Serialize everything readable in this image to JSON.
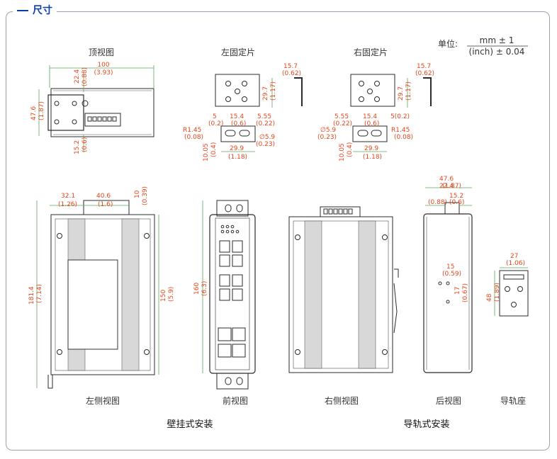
{
  "section_title": "尺寸",
  "unit": {
    "label": "单位:",
    "numerator": "mm ± 1",
    "denominator": "(inch) ± 0.04"
  },
  "views": {
    "top": "顶视图",
    "left_bracket": "左固定片",
    "right_bracket": "右固定片",
    "left_side": "左侧视图",
    "front": "前视图",
    "right_side": "右侧视图",
    "rear": "后视图",
    "rail_seat": "导轨座"
  },
  "mounting": {
    "wall": "壁挂式安装",
    "din_rail": "导轨式安装"
  },
  "dims": {
    "top_w": "100",
    "top_w_in": "(3.93)",
    "top_22_4": "22.4",
    "top_22_4_in": "(0.88)",
    "top_h": "47.6",
    "top_h_in": "(1.87)",
    "top_15_2": "15.2",
    "top_15_2_in": "(0.6)",
    "lb_15_7": "15.7",
    "lb_15_7_in": "(0.62)",
    "lb_29_7": "29.7",
    "lb_29_7_in": "(1.17)",
    "lb_5": "5",
    "lb_5_in": "(0.2)",
    "lb_15_4": "15.4",
    "lb_15_4_in": "(0.6)",
    "lb_5_55": "5.55",
    "lb_5_55_in": "(0.22)",
    "lb_r": "R1.45",
    "lb_r_in": "(0.08)",
    "lb_hole": "∅5.9",
    "lb_hole_in": "(0.23)",
    "lb_10_05": "10.05",
    "lb_10_05_in": "(0.4)",
    "lb_29_9": "29.9",
    "lb_29_9_in": "(1.18)",
    "rb_15_7": "15.7",
    "rb_15_7_in": "(0.62)",
    "rb_29_7": "29.7",
    "rb_29_7_in": "(1.17)",
    "rb_5_55": "5.55",
    "rb_5_55_in": "(0.22)",
    "rb_15_4": "15.4",
    "rb_15_4_in": "(0.6)",
    "rb_5": "5(0.2)",
    "rb_hole": "∅5.9",
    "rb_hole_in": "(0.23)",
    "rb_r": "R1.45",
    "rb_r_in": "(0.08)",
    "rb_10_05": "10.05",
    "rb_10_05_in": "(0.4)",
    "rb_29_9": "29.9",
    "rb_29_9_in": "(1.18)",
    "ls_32_1": "32.1",
    "ls_32_1_in": "(1.26)",
    "ls_40_6": "40.6",
    "ls_40_6_in": "(1.6)",
    "ls_10": "10",
    "ls_10_in": "(0.39)",
    "ls_181_4": "181.4",
    "ls_181_4_in": "(7.14)",
    "ls_150": "150",
    "ls_150_in": "(5.9)",
    "fr_160": "160",
    "fr_160_in": "(6.3)",
    "rv_47_6": "47.6",
    "rv_47_6_in": "(1.87)",
    "rv_22_4": "22.4",
    "rv_22_4_in": "(0.88)",
    "rv_15_2": "15.2",
    "rv_15_2_in": "(0.6)",
    "rv_15": "15",
    "rv_15_in": "(0.59)",
    "rv_17": "17",
    "rv_17_in": "(0.67)",
    "rs_27": "27",
    "rs_27_in": "(1.06)",
    "rs_48": "48",
    "rs_48_in": "(1.89)"
  }
}
